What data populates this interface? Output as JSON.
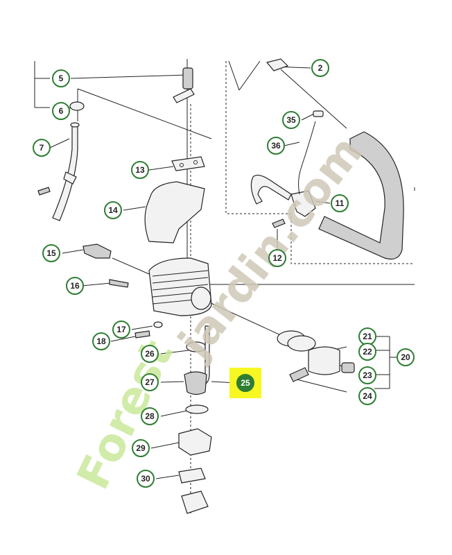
{
  "highlight_color": "#f7f722",
  "callout_color": "#2e7d32",
  "watermark": {
    "text_left": "Forest",
    "text_right": "jardin.com",
    "color_left": "#c9e89a",
    "color_right": "#cfc8b8"
  },
  "callouts": [
    {
      "id": "c2",
      "label": "2"
    },
    {
      "id": "c5",
      "label": "5"
    },
    {
      "id": "c6",
      "label": "6"
    },
    {
      "id": "c7",
      "label": "7"
    },
    {
      "id": "c11",
      "label": "11"
    },
    {
      "id": "c12",
      "label": "12"
    },
    {
      "id": "c13",
      "label": "13"
    },
    {
      "id": "c14",
      "label": "14"
    },
    {
      "id": "c15",
      "label": "15"
    },
    {
      "id": "c16",
      "label": "16"
    },
    {
      "id": "c17",
      "label": "17"
    },
    {
      "id": "c18",
      "label": "18"
    },
    {
      "id": "c20",
      "label": "20"
    },
    {
      "id": "c21",
      "label": "21"
    },
    {
      "id": "c22",
      "label": "22"
    },
    {
      "id": "c23",
      "label": "23"
    },
    {
      "id": "c24",
      "label": "24"
    },
    {
      "id": "c25",
      "label": "25",
      "highlighted": true
    },
    {
      "id": "c26",
      "label": "26"
    },
    {
      "id": "c27",
      "label": "27"
    },
    {
      "id": "c28",
      "label": "28"
    },
    {
      "id": "c29",
      "label": "29"
    },
    {
      "id": "c30",
      "label": "30"
    },
    {
      "id": "c35",
      "label": "35"
    },
    {
      "id": "c36",
      "label": "36"
    }
  ]
}
